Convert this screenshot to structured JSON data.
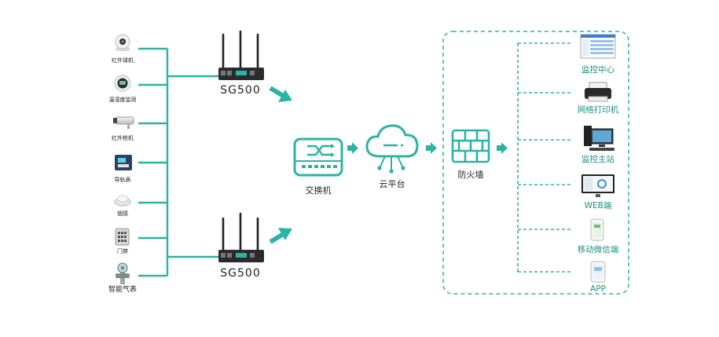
{
  "colors": {
    "accent": "#2bb3a6",
    "accent_dark": "#1c8f86",
    "text": "#222222"
  },
  "devices": [
    {
      "label": "红外球机",
      "icon": "ptz-camera-icon"
    },
    {
      "label": "温湿度监测",
      "icon": "humidity-sensor-icon"
    },
    {
      "label": "红外枪机",
      "icon": "bullet-camera-icon"
    },
    {
      "label": "导轨表",
      "icon": "rail-meter-icon"
    },
    {
      "label": "烟感",
      "icon": "smoke-detector-icon"
    },
    {
      "label": "门禁",
      "icon": "access-control-icon"
    },
    {
      "label": "智能气表",
      "icon": "gas-meter-icon"
    }
  ],
  "routers": [
    {
      "label": "SG500",
      "icon": "router-icon"
    },
    {
      "label": "SG500",
      "icon": "router-icon"
    }
  ],
  "switch_label": "交换机",
  "cloud_label": "云平台",
  "firewall_label": "防火墙",
  "clients": [
    {
      "label": "监控中心",
      "icon": "monitor-center-icon"
    },
    {
      "label": "网络打印机",
      "icon": "printer-icon"
    },
    {
      "label": "监控主站",
      "icon": "workstation-icon"
    },
    {
      "label": "WEB端",
      "icon": "web-monitor-icon"
    },
    {
      "label": "移动微信端",
      "icon": "phone-icon"
    },
    {
      "label": "APP",
      "icon": "app-phone-icon"
    }
  ]
}
